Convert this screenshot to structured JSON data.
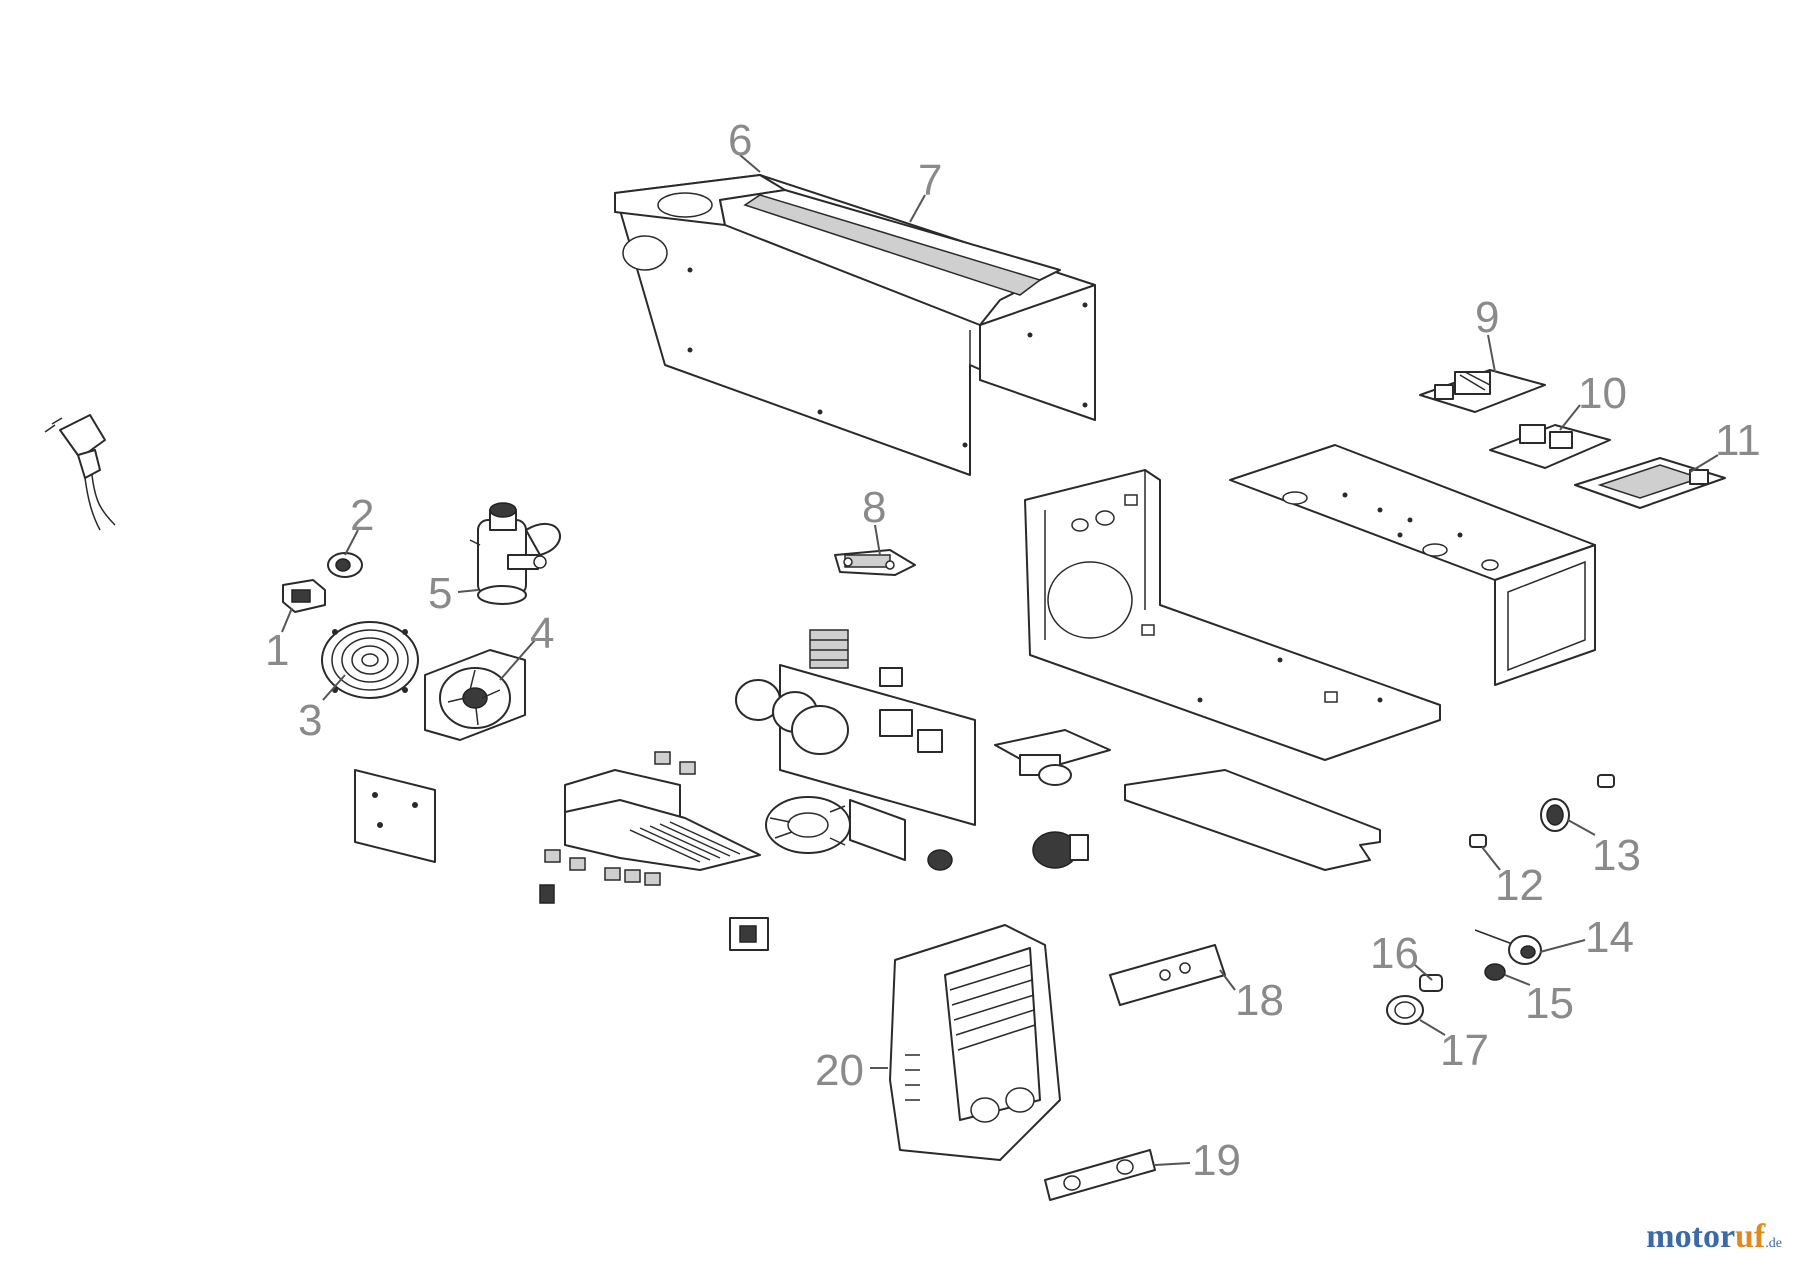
{
  "diagram": {
    "callouts": [
      "1",
      "2",
      "3",
      "4",
      "5",
      "6",
      "7",
      "8",
      "9",
      "10",
      "11",
      "12",
      "13",
      "14",
      "15",
      "16",
      "17",
      "18",
      "19",
      "20"
    ]
  },
  "watermark": {
    "part1": "motor",
    "part2": "uf",
    "suffix": ".de",
    "colors": {
      "primary": "#3a6aa8",
      "accent": "#e08a1e"
    }
  }
}
